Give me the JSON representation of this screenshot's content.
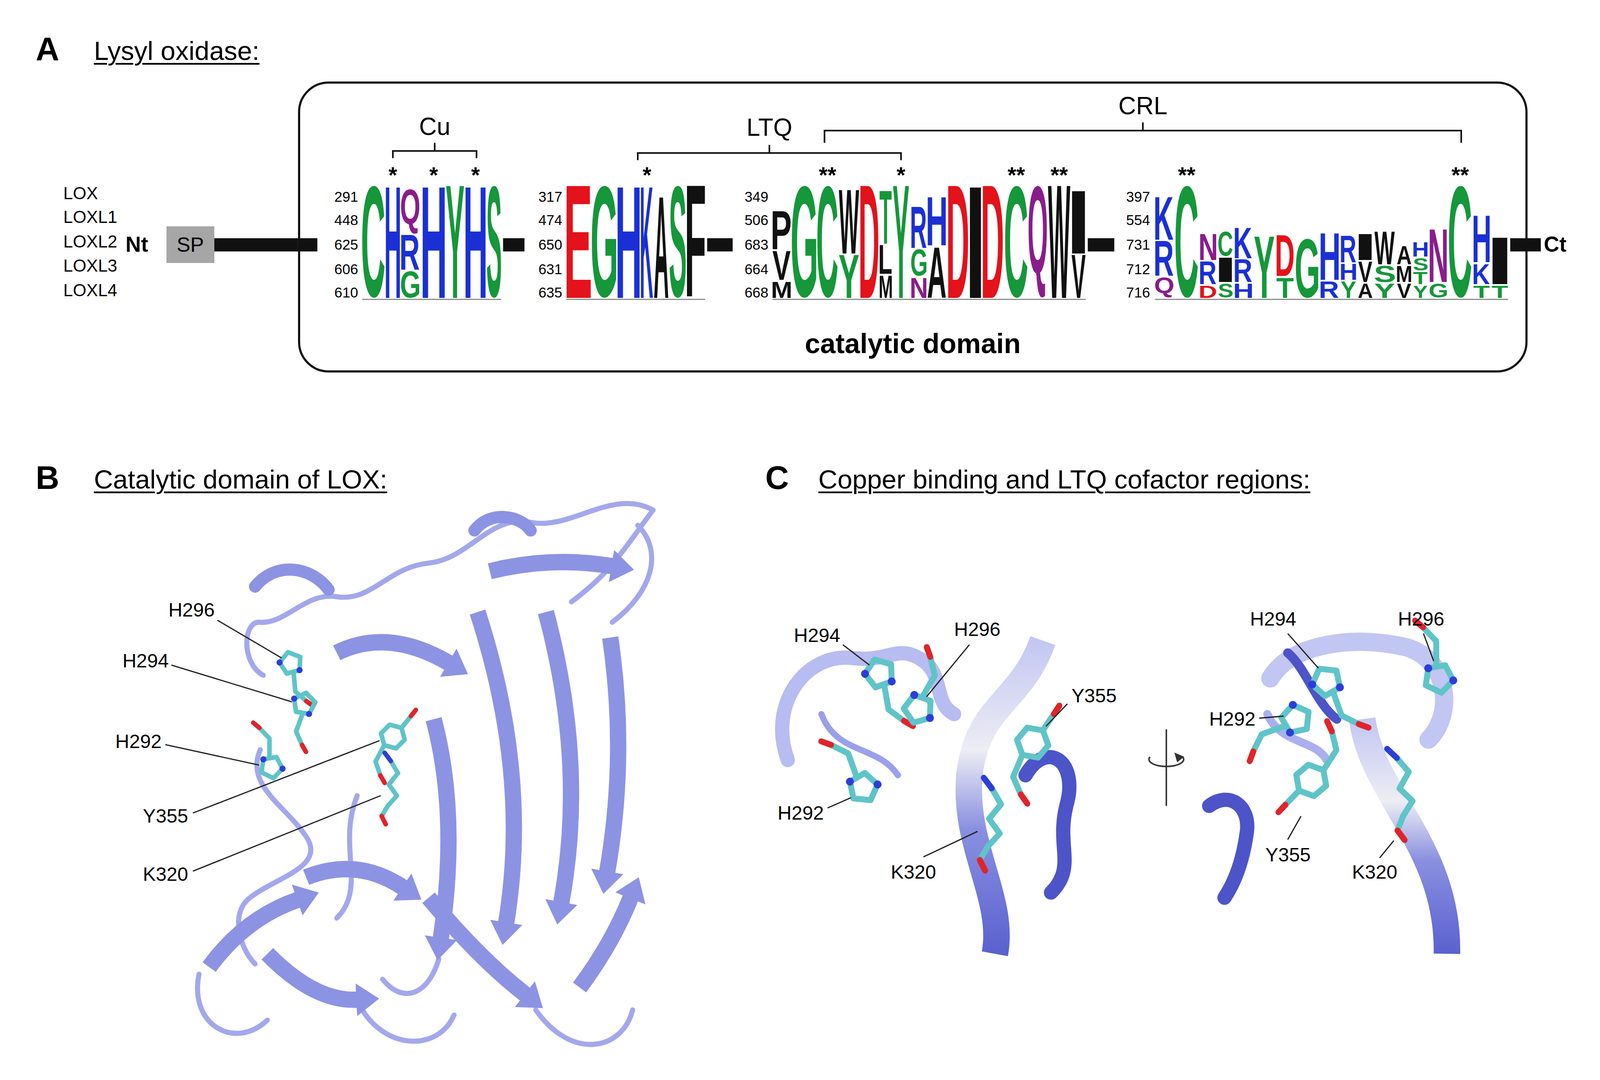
{
  "diagram": {
    "nodes": [
      {
        "text": [
          "SP"
        ]
      },
      {
        "text": [
          "catalytic domain"
        ]
      }
    ],
    "edges": [
      {
        "from": 0,
        "to": 1,
        "arrow": "none"
      }
    ],
    "labels": [
      "A",
      "Lysyl oxidase:",
      "LOX",
      "LOXL1",
      "LOXL2",
      "LOXL3",
      "LOXL4",
      "Nt",
      "Ct",
      "Cu",
      "LTQ",
      "CRL",
      "291",
      "448",
      "625",
      "606",
      "610",
      "317",
      "474",
      "650",
      "631",
      "635",
      "349",
      "506",
      "683",
      "664",
      "668",
      "397",
      "554",
      "731",
      "712",
      "716",
      "*",
      "*",
      "*",
      "*",
      "**",
      "*",
      "**",
      "**",
      "**",
      "**",
      "C",
      "H",
      "Q",
      "R",
      "G",
      "H",
      "Y",
      "H",
      "S",
      "E",
      "G",
      "H",
      "K",
      "A",
      "S",
      "F",
      "P",
      "V",
      "M",
      "G",
      "C",
      "W",
      "Y",
      "D",
      "T",
      "L",
      "M",
      "Y",
      "R",
      "G",
      "N",
      "H",
      "A",
      "D",
      "I",
      "D",
      "C",
      "Q",
      "W",
      "I",
      "V",
      "K",
      "R",
      "Q",
      "C",
      "N",
      "R",
      "D",
      "C",
      "I",
      "S",
      "K",
      "R",
      "H",
      "Y",
      "D",
      "T",
      "G",
      "H",
      "R",
      "R",
      "H",
      "Y",
      "I",
      "V",
      "A",
      "W",
      "S",
      "Y",
      "A",
      "M",
      "V",
      "H",
      "S",
      "T",
      "Y",
      "N",
      "G",
      "C",
      "H",
      "K",
      "T",
      "I",
      "T",
      "B",
      "Catalytic domain of LOX:",
      "H296",
      "H294",
      "H292",
      "Y355",
      "K320",
      "C",
      "Copper binding and LTQ cofactor regions:",
      "H294",
      "H296",
      "Y355",
      "H292",
      "K320",
      "H294",
      "H296",
      "H292",
      "Y355",
      "K320"
    ]
  }
}
